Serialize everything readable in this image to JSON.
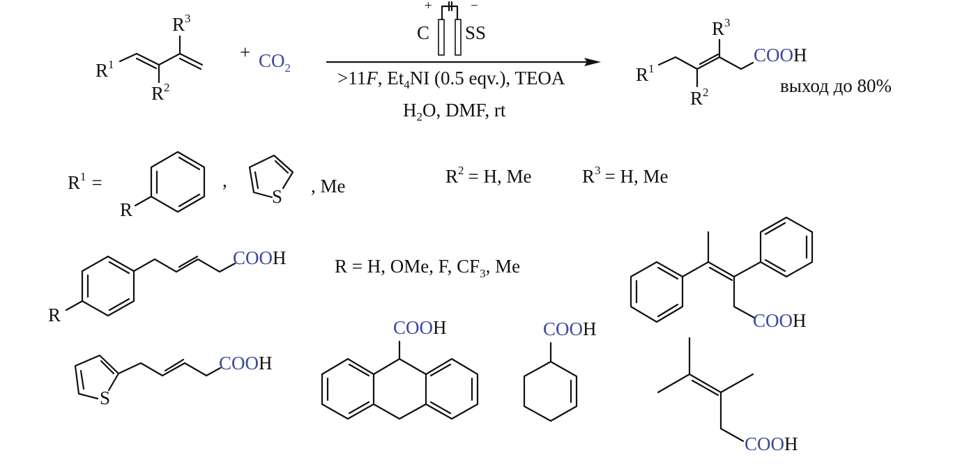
{
  "colors": {
    "accent_blue": "#3a4a9a",
    "text": "#111111",
    "background": "#ffffff"
  },
  "reactant": {
    "r1": "R",
    "r1_sup": "1",
    "r2": "R",
    "r2_sup": "2",
    "r3": "R",
    "r3_sup": "3",
    "plus": "+",
    "co2_main": "CO",
    "co2_sub": "2"
  },
  "conditions": {
    "anode_sign": "+",
    "cathode_sign": "−",
    "anode_label": "C",
    "cathode_label": "SS",
    "line1_prefix": ">11",
    "line1_F": "F",
    "line1_mid": ", Et",
    "line1_sub": "4",
    "line1_rest": "NI (0.5 eqv.), TEOA",
    "line2_prefix": "H",
    "line2_sub": "2",
    "line2_rest": "O, DMF, rt"
  },
  "product": {
    "r1": "R",
    "r1_sup": "1",
    "r2": "R",
    "r2_sup": "2",
    "r3": "R",
    "r3_sup": "3",
    "cooh_blue": "COO",
    "cooh_h": "H",
    "yield_text": "выход до 80%"
  },
  "substituents": {
    "r1_label": "R",
    "r1_sup": "1",
    "r1_eq": "=",
    "phenyl_r": "R",
    "comma1": ",",
    "thiophene_s": "S",
    "r1_me": ", Me",
    "r2_label": "R",
    "r2_sup": "2",
    "r2_values": "= H, Me",
    "r3_label": "R",
    "r3_sup": "3",
    "r3_values": "= H, Me",
    "r_values_prefix": "R = H, OMe, F, CF",
    "r_values_sub": "3",
    "r_values_suffix": ", Me"
  },
  "examples": [
    {
      "name": "aryl-pentenoic-acid",
      "r": "R",
      "cooh_blue": "COO",
      "cooh_h": "H"
    },
    {
      "name": "diphenyl-pentenoic-acid",
      "cooh_blue": "COO",
      "cooh_h": "H"
    },
    {
      "name": "thienyl-pentenoic-acid",
      "s": "S",
      "cooh_blue": "COO",
      "cooh_h": "H"
    },
    {
      "name": "dihydroanthracene-carboxylic-acid",
      "cooh_blue": "COO",
      "cooh_h": "H"
    },
    {
      "name": "cyclohexene-carboxylic-acid",
      "cooh_blue": "COO",
      "cooh_h": "H"
    },
    {
      "name": "trimethyl-pentenoic-acid",
      "cooh_blue": "COO",
      "cooh_h": "H"
    }
  ]
}
